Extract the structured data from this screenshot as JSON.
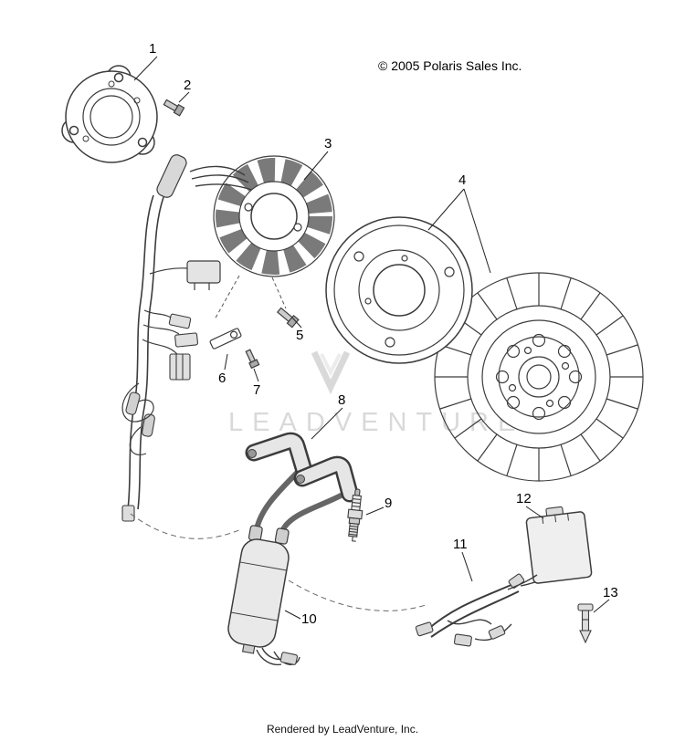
{
  "page": {
    "copyright": "© 2005 Polaris Sales Inc.",
    "footer": "Rendered by LeadVenture, Inc."
  },
  "watermark": {
    "text": "LEADVENTURE",
    "color": "#d9d9d9"
  },
  "diagram": {
    "description": "Exploded parts diagram: flange cover, stator, rotor, flywheel, ignition coil, spark plug, CDI box and wiring",
    "ink_color": "#3c3c3c",
    "callouts": [
      {
        "num": "1"
      },
      {
        "num": "2"
      },
      {
        "num": "3"
      },
      {
        "num": "4"
      },
      {
        "num": "5"
      },
      {
        "num": "6"
      },
      {
        "num": "7"
      },
      {
        "num": "8"
      },
      {
        "num": "9"
      },
      {
        "num": "10"
      },
      {
        "num": "11"
      },
      {
        "num": "12"
      },
      {
        "num": "13"
      }
    ]
  }
}
